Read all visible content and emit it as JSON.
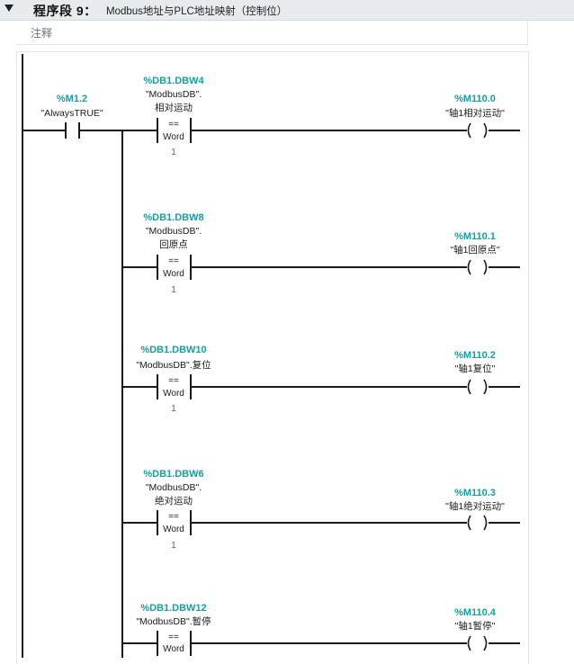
{
  "segment": {
    "label": "程序段 9：",
    "title": "Modbus地址与PLC地址映射（控制位）",
    "comment_label": "注释"
  },
  "input_contact": {
    "address": "%M1.2",
    "symbol": "\"AlwaysTRUE\""
  },
  "rungs": [
    {
      "operand_address": "%DB1.DBW4",
      "operand_symbol_1": "\"ModbusDB\".",
      "operand_symbol_2": "相对运动",
      "compare_op": "==",
      "compare_type": "Word",
      "compare_value": "1",
      "coil_address": "%M110.0",
      "coil_symbol": "\"轴1相对运动\""
    },
    {
      "operand_address": "%DB1.DBW8",
      "operand_symbol_1": "\"ModbusDB\".",
      "operand_symbol_2": "回原点",
      "compare_op": "==",
      "compare_type": "Word",
      "compare_value": "1",
      "coil_address": "%M110.1",
      "coil_symbol": "\"轴1回原点\""
    },
    {
      "operand_address": "%DB1.DBW10",
      "operand_symbol_1": "\"ModbusDB\".复位",
      "operand_symbol_2": "",
      "compare_op": "==",
      "compare_type": "Word",
      "compare_value": "1",
      "coil_address": "%M110.2",
      "coil_symbol": "\"轴1复位\""
    },
    {
      "operand_address": "%DB1.DBW6",
      "operand_symbol_1": "\"ModbusDB\".",
      "operand_symbol_2": "绝对运动",
      "compare_op": "==",
      "compare_type": "Word",
      "compare_value": "1",
      "coil_address": "%M110.3",
      "coil_symbol": "\"轴1绝对运动\""
    },
    {
      "operand_address": "%DB1.DBW12",
      "operand_symbol_1": "\"ModbusDB\".暂停",
      "operand_symbol_2": "",
      "compare_op": "==",
      "compare_type": "Word",
      "compare_value": "",
      "coil_address": "%M110.4",
      "coil_symbol": "\"轴1暂停\""
    }
  ],
  "colors": {
    "address_teal": "#1a9d9d",
    "value_blue": "#4a5fa0",
    "header_bg": "#e8ebee"
  }
}
